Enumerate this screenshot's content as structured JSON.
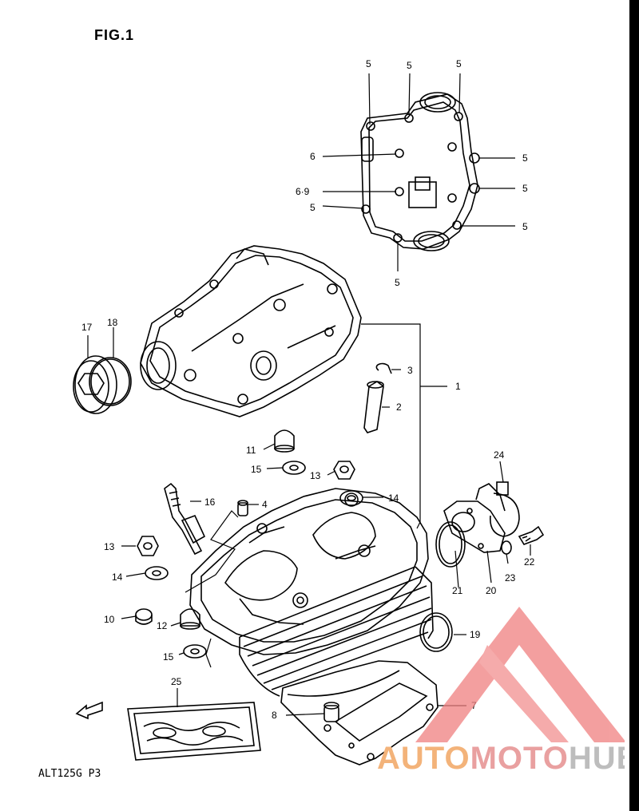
{
  "figure": {
    "title": "FIG.1",
    "code": "ALT125G P3"
  },
  "callouts": {
    "c1": "1",
    "c2": "2",
    "c3": "3",
    "c4": "4",
    "c5a": "5",
    "c5b": "5",
    "c5c": "5",
    "c5d": "5",
    "c5e": "5",
    "c5f": "5",
    "c5g": "5",
    "c5h": "5",
    "c6": "6",
    "c69": "6·9",
    "c7": "7",
    "c8": "8",
    "c10": "10",
    "c11": "11",
    "c12": "12",
    "c13a": "13",
    "c13b": "13",
    "c14a": "14",
    "c14b": "14",
    "c15a": "15",
    "c15b": "15",
    "c16": "16",
    "c17": "17",
    "c18": "18",
    "c19": "19",
    "c20": "20",
    "c21": "21",
    "c22": "22",
    "c23": "23",
    "c24": "24",
    "c25": "25"
  },
  "watermark": {
    "part1": "AUTO",
    "part2": "MOTO",
    "part3": "HUB",
    "triangle_color": "#f08080"
  },
  "icons": {
    "front_arrow": "front-direction-arrow-icon"
  }
}
